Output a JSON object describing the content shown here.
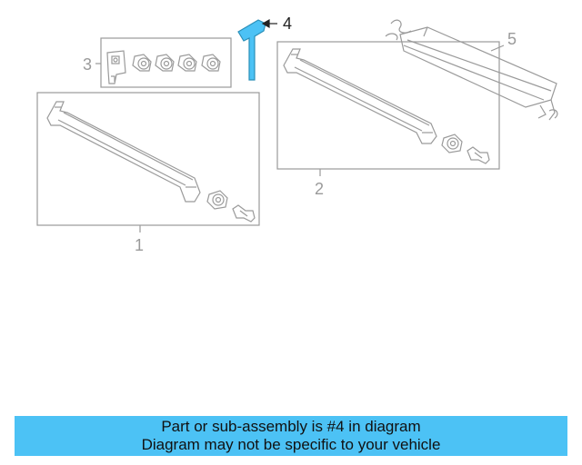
{
  "diagram": {
    "callouts": {
      "c1": "1",
      "c2": "2",
      "c3": "3",
      "c4": "4",
      "c5": "5"
    },
    "colors": {
      "line": "#9a9a9a",
      "highlight": "#4cc2f5",
      "highlight_outline": "#2a8fb8"
    },
    "highlighted_callout": "4"
  },
  "banner": {
    "line1": "Part or sub-assembly is #4 in diagram",
    "line2": "Diagram may not be specific to your vehicle"
  }
}
